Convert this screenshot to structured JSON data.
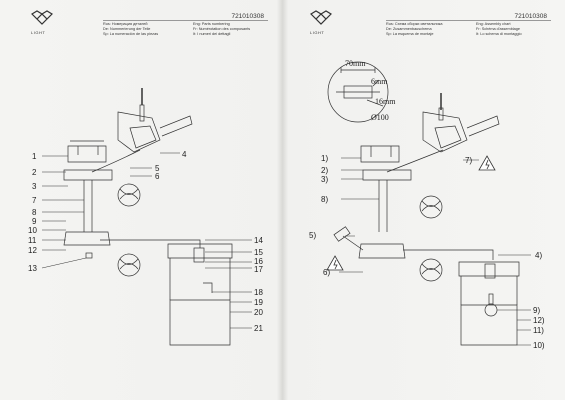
{
  "code": "721010308",
  "logo_text": "LIGHT",
  "left_page": {
    "lines": [
      {
        "a": "Rus: Номерация деталей",
        "b": "Eng: Parts numbering"
      },
      {
        "a": "De: Nummerierung der Teile",
        "b": "Fr: Numérotation des composants"
      },
      {
        "a": "Sp: La numeración de las piezas",
        "b": "It: I numeri dei dettagli"
      }
    ],
    "callouts": [
      "1",
      "2",
      "3",
      "4",
      "5",
      "6",
      "7",
      "8",
      "9",
      "10",
      "11",
      "12",
      "13",
      "14",
      "15",
      "16",
      "17",
      "18",
      "19",
      "20",
      "21"
    ]
  },
  "right_page": {
    "lines": [
      {
        "a": "Rus: Схема сборки светильника",
        "b": "Eng: Assembly chart"
      },
      {
        "a": "De: Zusammenbauschema",
        "b": "Fr: Schéma d'assemblage"
      },
      {
        "a": "Sp: La esquema de montaje",
        "b": "It: Lo schema di montaggio"
      }
    ],
    "dimensions": {
      "w": "70mm",
      "h": "6mm",
      "s": "16mm",
      "d": "Ø100"
    },
    "callouts": [
      "1)",
      "2)",
      "3)",
      "4)",
      "5)",
      "6)",
      "7)",
      "8)",
      "9)",
      "10)",
      "11)",
      "12)"
    ]
  }
}
